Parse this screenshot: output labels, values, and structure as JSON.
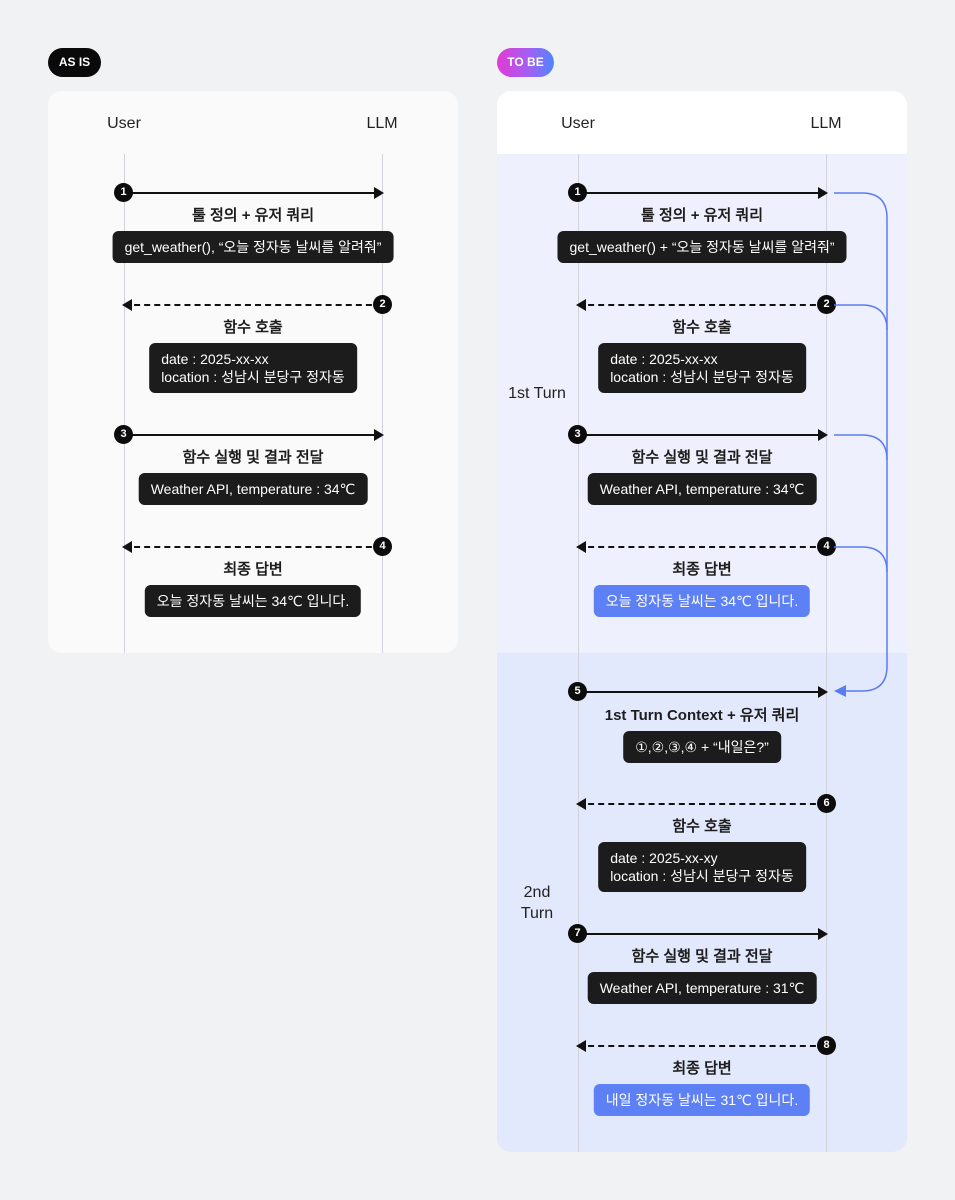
{
  "badges": {
    "as_is": "AS IS",
    "to_be": "TO BE"
  },
  "as_is": {
    "user": "User",
    "llm": "LLM",
    "steps": [
      {
        "num": "1",
        "label": "툴 정의 + 유저 쿼리",
        "bubble": [
          "get_weather(), “오늘 정자동 날씨를 알려줘”"
        ]
      },
      {
        "num": "2",
        "label": "함수 호출",
        "bubble": [
          "date : 2025-xx-xx",
          "location : 성남시 분당구 정자동"
        ]
      },
      {
        "num": "3",
        "label": "함수 실행 및 결과 전달",
        "bubble": [
          "Weather API, temperature : 34℃"
        ]
      },
      {
        "num": "4",
        "label": "최종 답변",
        "bubble": [
          "오늘 정자동 날씨는 34℃ 입니다."
        ]
      }
    ]
  },
  "to_be": {
    "user": "User",
    "llm": "LLM",
    "turn1": "1st Turn",
    "turn2": "2nd Turn",
    "steps": [
      {
        "num": "1",
        "label": "툴 정의 + 유저 쿼리",
        "bubble": [
          "get_weather() + “오늘 정자동 날씨를 알려줘”"
        ]
      },
      {
        "num": "2",
        "label": "함수 호출",
        "bubble": [
          "date : 2025-xx-xx",
          "location : 성남시 분당구 정자동"
        ]
      },
      {
        "num": "3",
        "label": "함수 실행 및 결과 전달",
        "bubble": [
          "Weather API, temperature : 34℃"
        ]
      },
      {
        "num": "4",
        "label": "최종 답변",
        "bubble": [
          "오늘 정자동 날씨는 34℃ 입니다."
        ]
      },
      {
        "num": "5",
        "label": "1st Turn Context + 유저 쿼리",
        "bubble": [
          "①,②,③,④ + “내일은?”"
        ]
      },
      {
        "num": "6",
        "label": "함수 호출",
        "bubble": [
          "date : 2025-xx-xy",
          "location : 성남시 분당구 정자동"
        ]
      },
      {
        "num": "7",
        "label": "함수 실행 및 결과 전달",
        "bubble": [
          "Weather API, temperature : 31℃"
        ]
      },
      {
        "num": "8",
        "label": "최종 답변",
        "bubble": [
          "내일 정자동 날씨는 31℃ 입니다."
        ]
      }
    ]
  },
  "colors": {
    "dark": "#1c1c1c",
    "accent_blue": "#5d81f4",
    "connector": "#5b7cf0",
    "turn1_band": "#eef1fd",
    "turn2_band": "#e3e9fd"
  }
}
